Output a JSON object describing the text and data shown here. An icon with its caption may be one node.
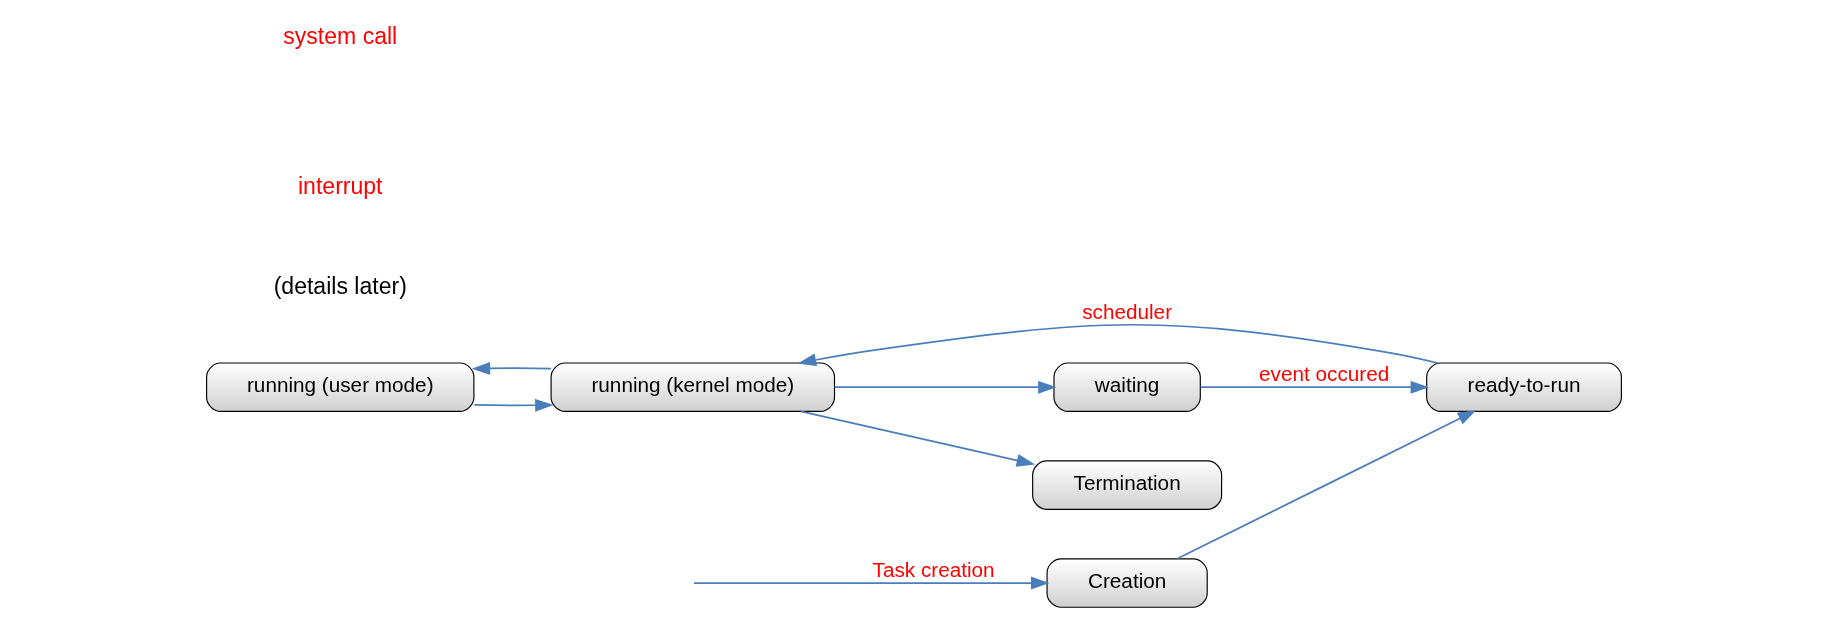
{
  "diagram": {
    "nodes": [
      {
        "text": [
          "running (user mode)"
        ]
      },
      {
        "text": [
          "ready-to-run"
        ]
      },
      {
        "text": [
          "running (kernel mode)"
        ]
      },
      {
        "text": [
          "Creation"
        ]
      },
      {
        "text": [
          "waiting"
        ]
      },
      {
        "text": [
          "Termination"
        ]
      }
    ],
    "edges": [
      {
        "from": null,
        "to": 3,
        "arrow": "to",
        "label": "Task creation"
      },
      {
        "from": 3,
        "to": 1,
        "arrow": "to"
      },
      {
        "from": 1,
        "to": 2,
        "arrow": "to",
        "label": "scheduler"
      },
      {
        "from": 2,
        "to": 0,
        "arrow": "to"
      },
      {
        "from": 0,
        "to": 2,
        "arrow": "to"
      },
      {
        "from": 2,
        "to": 4,
        "arrow": "to"
      },
      {
        "from": 2,
        "to": 5,
        "arrow": "to"
      },
      {
        "from": 4,
        "to": 1,
        "arrow": "to",
        "label": "event occured"
      }
    ],
    "labels": [
      "(details later)",
      "system call",
      "interrupt"
    ]
  }
}
